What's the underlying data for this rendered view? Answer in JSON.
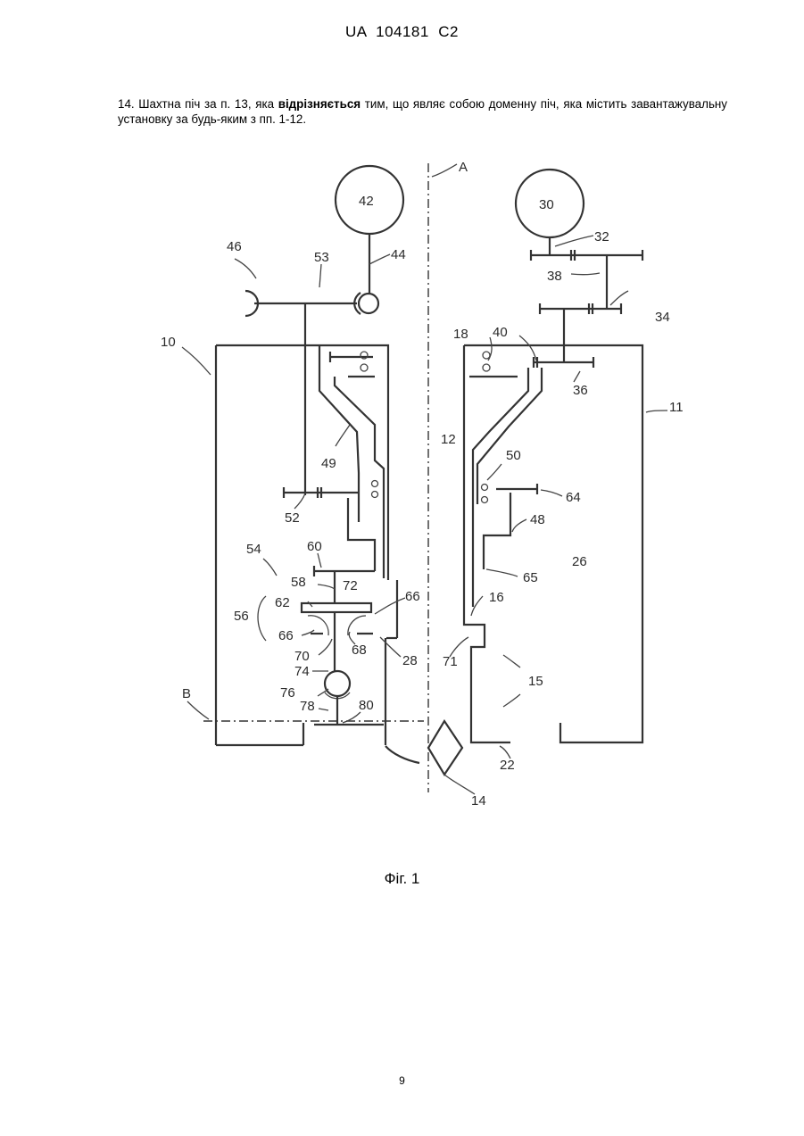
{
  "header": "UA  104181  C2",
  "claim": {
    "before": "14. Шахтна піч за п. 13, яка ",
    "bold": "відрізняється",
    "after": " тим, що являє собою доменну піч, яка містить завантажувальну установку за будь-яким з пп. 1-12."
  },
  "figure": {
    "labels": {
      "l42": "42",
      "l30": "30",
      "lA": "A",
      "l32": "32",
      "l46": "46",
      "l53": "53",
      "l44": "44",
      "l38": "38",
      "l34": "34",
      "l10": "10",
      "l18": "18",
      "l40": "40",
      "l36": "36",
      "l11": "11",
      "l49": "49",
      "l12": "12",
      "l50": "50",
      "l64": "64",
      "l52": "52",
      "l48": "48",
      "l54": "54",
      "l60": "60",
      "l26": "26",
      "l65": "65",
      "l58": "58",
      "l72": "72",
      "l62": "62",
      "l66a": "66",
      "l16": "16",
      "l56": "56",
      "l66b": "66",
      "l68": "68",
      "l70": "70",
      "l28": "28",
      "l71": "71",
      "l74": "74",
      "l15": "15",
      "l76": "76",
      "lB": "B",
      "l78": "78",
      "l80": "80",
      "l22": "22",
      "l14": "14"
    },
    "caption": "Фіг. 1"
  },
  "page_number": "9"
}
